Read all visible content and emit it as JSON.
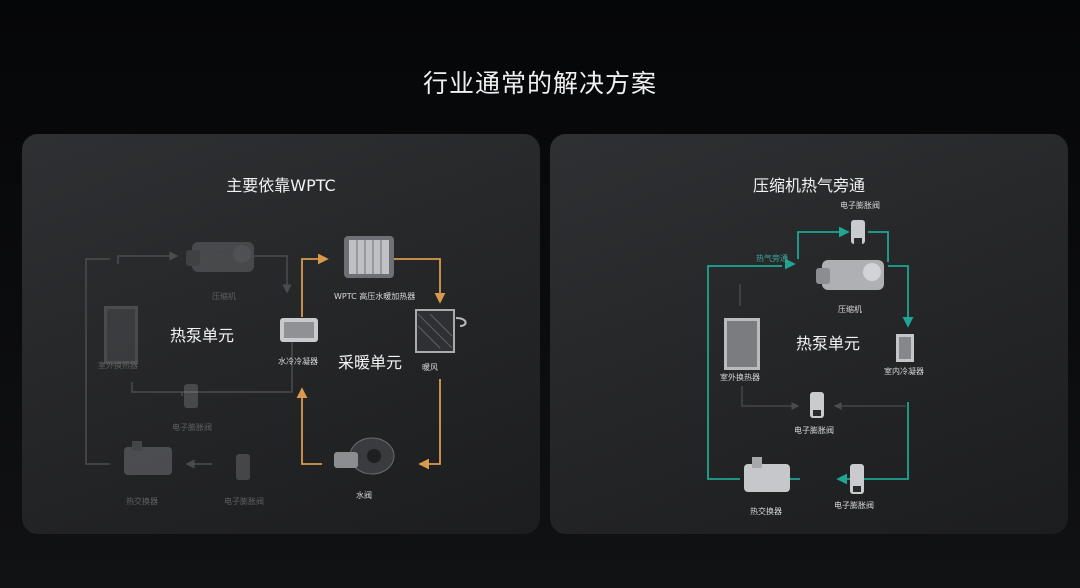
{
  "page": {
    "title": "行业通常的解决方案"
  },
  "left": {
    "title": "主要依靠WPTC",
    "heat_pump_unit": "热泵单元",
    "heating_unit": "采暖单元",
    "labels": {
      "compressor": "压缩机",
      "wptc": "WPTC 高压水暖加热器",
      "outdoor_hx": "室外换热器",
      "water_condenser": "水冷冷凝器",
      "heater_core": "暖风",
      "exv1": "电子膨胀阀",
      "chiller": "热交换器",
      "exv2": "电子膨胀阀",
      "pump": "水阀"
    }
  },
  "right": {
    "title": "压缩机热气旁通",
    "heat_pump_unit": "热泵单元",
    "hot_gas_bypass": "热气旁通",
    "labels": {
      "exv_top": "电子膨胀阀",
      "compressor": "压缩机",
      "outdoor_hx": "室外换热器",
      "indoor_condenser": "室内冷凝器",
      "exv_mid": "电子膨胀阀",
      "chiller": "热交换器",
      "exv_bottom": "电子膨胀阀"
    }
  },
  "colors": {
    "orange": "#d99a4c",
    "teal": "#1fa593",
    "grey": "#4a4c50"
  }
}
